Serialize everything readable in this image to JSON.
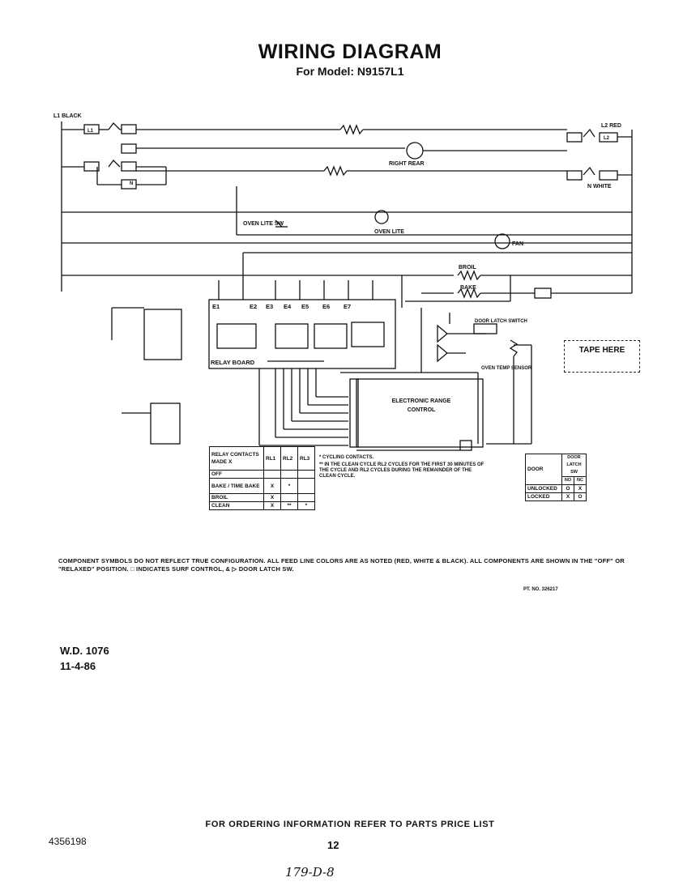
{
  "title": "WIRING DIAGRAM",
  "subtitle": "For Model: N9157L1",
  "tape_label": "TAPE HERE",
  "components": {
    "relay_board": "RELAY BOARD",
    "electronic_range_control": "ELECTRONIC RANGE CONTROL",
    "oven_fan": "FAN",
    "oven_lamp": "OVEN LITE",
    "door_latch_switch": "DOOR LATCH SWITCH",
    "oven_temp_sensor": "OVEN TEMP SENSOR",
    "bake": "BAKE",
    "broil": "BROIL",
    "terminal_labels": [
      "E1",
      "E2",
      "E3",
      "E4",
      "E5",
      "E6",
      "E7"
    ],
    "line_labels": [
      "L1",
      "L2",
      "N"
    ]
  },
  "relay_table": {
    "headers": [
      "RELAY CONTACTS MADE X",
      "RL1",
      "RL2",
      "RL3"
    ],
    "rows": [
      [
        "OFF",
        "",
        "",
        ""
      ],
      [
        "BAKE / TIME BAKE",
        "X",
        "*",
        ""
      ],
      [
        "BROIL",
        "X",
        "",
        ""
      ],
      [
        "CLEAN",
        "X",
        "**",
        "*"
      ]
    ]
  },
  "latch_table": {
    "header": "DOOR LATCH SW",
    "col_label": "DOOR",
    "sub": [
      "NO",
      "NC"
    ],
    "rows": [
      [
        "UNLOCKED",
        "O",
        "X"
      ],
      [
        "LOCKED",
        "X",
        "O"
      ]
    ]
  },
  "legend": {
    "cycling": "* CYCLING CONTACTS.",
    "note2": "** IN THE CLEAN CYCLE RL2 CYCLES FOR THE FIRST 30 MINUTES OF THE CYCLE AND RL2 CYCLES DURING THE REMAINDER OF THE CLEAN CYCLE."
  },
  "component_note": "COMPONENT SYMBOLS DO NOT REFLECT TRUE CONFIGURATION. ALL FEED LINE COLORS ARE AS NOTED (RED, WHITE & BLACK). ALL COMPONENTS ARE SHOWN IN THE \"OFF\" OR \"RELAXED\" POSITION. □ INDICATES SURF CONTROL, & ▷ DOOR LATCH SW.",
  "part_number_small": "PT. NO. 326217",
  "wd_number": "W.D. 1076",
  "wd_date": "11-4-86",
  "footer": "FOR ORDERING INFORMATION REFER TO PARTS PRICE LIST",
  "doc_number": "4356198",
  "page_number": "12",
  "handwritten": "179-D-8"
}
